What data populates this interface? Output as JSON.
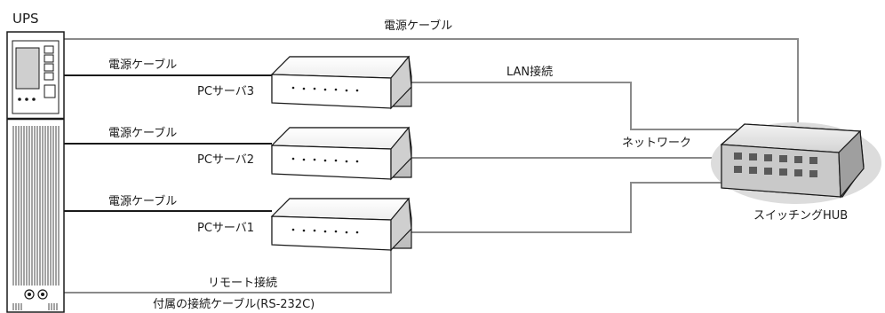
{
  "ups": {
    "title": "UPS"
  },
  "cables": {
    "top_power": "電源ケーブル",
    "power_1": "電源ケーブル",
    "power_2": "電源ケーブル",
    "power_3": "電源ケーブル",
    "lan": "LAN接続",
    "network": "ネットワーク",
    "remote": "リモート接続",
    "rs232c": "付属の接続ケーブル(RS-232C)"
  },
  "servers": [
    {
      "label": "PCサーバ3"
    },
    {
      "label": "PCサーバ2"
    },
    {
      "label": "PCサーバ1"
    }
  ],
  "hub": {
    "label": "スイッチングHUB"
  },
  "colors": {
    "line": "#8a8a8a",
    "black_line": "#1a1a1a",
    "hub_ellipse": "#dcdcdc"
  }
}
